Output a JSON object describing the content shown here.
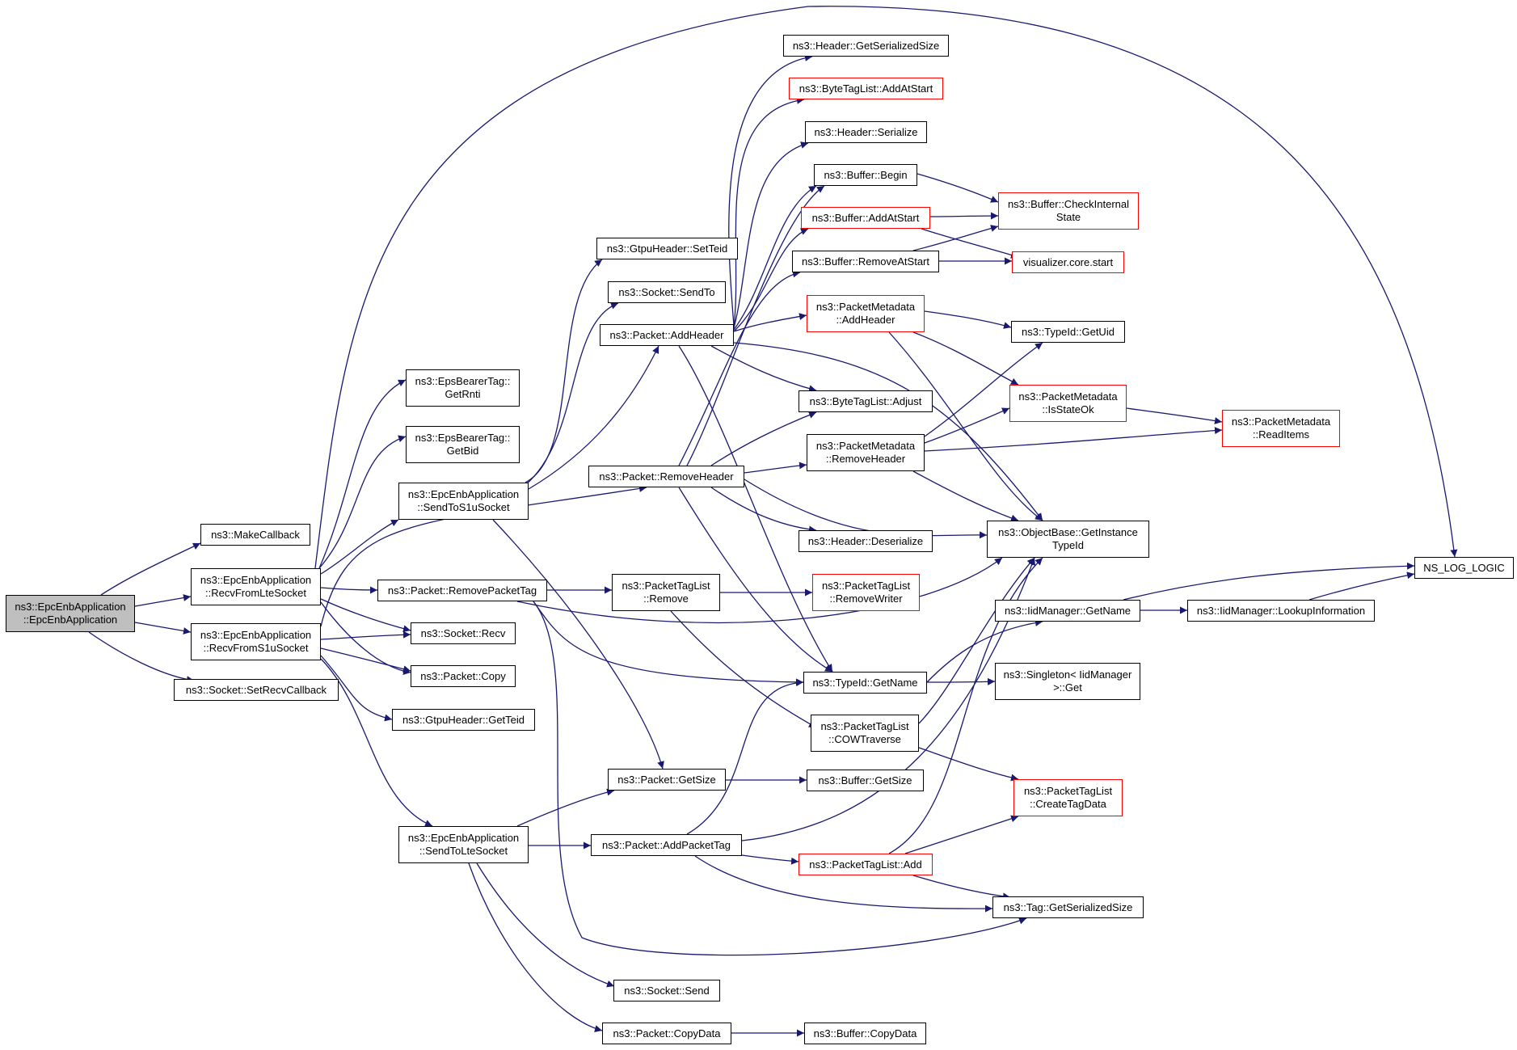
{
  "colors": {
    "edge": "#191970",
    "normal_border": "#000000",
    "truncated_border": "#ff0000",
    "root_fill": "#bfbfbf"
  },
  "nodes": {
    "epc_ctor": {
      "label": "ns3::EpcEnbApplication\n::EpcEnbApplication"
    },
    "make_callback": {
      "label": "ns3::MakeCallback"
    },
    "recv_from_lte": {
      "label": "ns3::EpcEnbApplication\n::RecvFromLteSocket"
    },
    "recv_from_s1u": {
      "label": "ns3::EpcEnbApplication\n::RecvFromS1uSocket"
    },
    "set_recv_callback": {
      "label": "ns3::Socket::SetRecvCallback"
    },
    "get_rnti": {
      "label": "ns3::EpsBearerTag::\nGetRnti"
    },
    "get_bid": {
      "label": "ns3::EpsBearerTag::\nGetBid"
    },
    "send_to_s1u": {
      "label": "ns3::EpcEnbApplication\n::SendToS1uSocket"
    },
    "remove_packet_tag": {
      "label": "ns3::Packet::RemovePacketTag"
    },
    "socket_recv": {
      "label": "ns3::Socket::Recv"
    },
    "packet_copy": {
      "label": "ns3::Packet::Copy"
    },
    "gtpu_get_teid": {
      "label": "ns3::GtpuHeader::GetTeid"
    },
    "send_to_lte": {
      "label": "ns3::EpcEnbApplication\n::SendToLteSocket"
    },
    "gtpu_set_teid": {
      "label": "ns3::GtpuHeader::SetTeid"
    },
    "socket_send_to": {
      "label": "ns3::Socket::SendTo"
    },
    "packet_add_header": {
      "label": "ns3::Packet::AddHeader"
    },
    "packet_remove_header": {
      "label": "ns3::Packet::RemoveHeader"
    },
    "ptl_remove": {
      "label": "ns3::PacketTagList\n::Remove"
    },
    "packet_get_size": {
      "label": "ns3::Packet::GetSize"
    },
    "packet_add_packet_tag": {
      "label": "ns3::Packet::AddPacketTag"
    },
    "socket_send": {
      "label": "ns3::Socket::Send"
    },
    "packet_copy_data": {
      "label": "ns3::Packet::CopyData"
    },
    "header_get_ser_size": {
      "label": "ns3::Header::GetSerializedSize"
    },
    "btl_add_at_start": {
      "label": "ns3::ByteTagList::AddAtStart"
    },
    "header_serialize": {
      "label": "ns3::Header::Serialize"
    },
    "buffer_begin": {
      "label": "ns3::Buffer::Begin"
    },
    "buffer_add_at_start": {
      "label": "ns3::Buffer::AddAtStart"
    },
    "buffer_remove_at_start": {
      "label": "ns3::Buffer::RemoveAtStart"
    },
    "pm_add_header": {
      "label": "ns3::PacketMetadata\n::AddHeader"
    },
    "btl_adjust": {
      "label": "ns3::ByteTagList::Adjust"
    },
    "pm_remove_header": {
      "label": "ns3::PacketMetadata\n::RemoveHeader"
    },
    "header_deserialize": {
      "label": "ns3::Header::Deserialize"
    },
    "ptl_remove_writer": {
      "label": "ns3::PacketTagList\n::RemoveWriter"
    },
    "typeid_get_name": {
      "label": "ns3::TypeId::GetName"
    },
    "ptl_cow_traverse": {
      "label": "ns3::PacketTagList\n::COWTraverse"
    },
    "buffer_get_size": {
      "label": "ns3::Buffer::GetSize"
    },
    "ptl_add": {
      "label": "ns3::PacketTagList::Add"
    },
    "buffer_copy_data": {
      "label": "ns3::Buffer::CopyData"
    },
    "buffer_check_internal": {
      "label": "ns3::Buffer::CheckInternal\nState"
    },
    "visualizer_start": {
      "label": "visualizer.core.start"
    },
    "typeid_get_uid": {
      "label": "ns3::TypeId::GetUid"
    },
    "pm_is_state_ok": {
      "label": "ns3::PacketMetadata\n::IsStateOk"
    },
    "objectbase_get_instance": {
      "label": "ns3::ObjectBase::GetInstance\nTypeId"
    },
    "iid_get_name": {
      "label": "ns3::IidManager::GetName"
    },
    "singleton_get": {
      "label": "ns3::Singleton< IidManager\n>::Get"
    },
    "ptl_create_tag_data": {
      "label": "ns3::PacketTagList\n::CreateTagData"
    },
    "tag_get_ser_size": {
      "label": "ns3::Tag::GetSerializedSize"
    },
    "pm_read_items": {
      "label": "ns3::PacketMetadata\n::ReadItems"
    },
    "ns_log_logic": {
      "label": "NS_LOG_LOGIC"
    },
    "iid_lookup": {
      "label": "ns3::IidManager::LookupInformation"
    }
  }
}
